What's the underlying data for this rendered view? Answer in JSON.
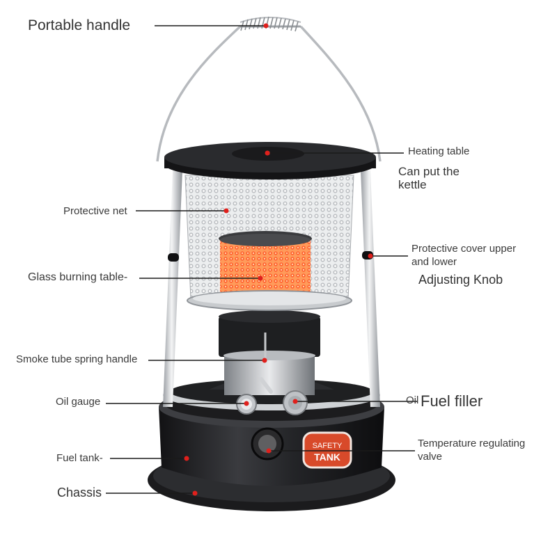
{
  "labels": {
    "portable_handle": "Portable handle",
    "heating_table": "Heating table",
    "can_put_kettle": "Can put the kettle",
    "protective_net": "Protective net",
    "protective_cover": "Protective cover upper and lower",
    "adjusting_knob": "Adjusting Knob",
    "glass_burning_table": "Glass burning table-",
    "smoke_tube_spring_handle": "Smoke tube spring handle",
    "oil_gauge": "Oil gauge",
    "oil_partial": "Oil",
    "fuel_filler": "Fuel filler",
    "fuel_tank": "Fuel tank-",
    "temperature_valve": "Temperature regulating valve",
    "chassis": "Chassis"
  },
  "badge": {
    "line1": "SAFETY",
    "line2": "TANK"
  },
  "colors": {
    "leader": "#1a1a1a",
    "marker": "#e0201c",
    "badge_fill": "#d84a2a",
    "body_black": "#1d1d1f",
    "metal": "#d7d9db",
    "flame": "#ff7a3c"
  }
}
